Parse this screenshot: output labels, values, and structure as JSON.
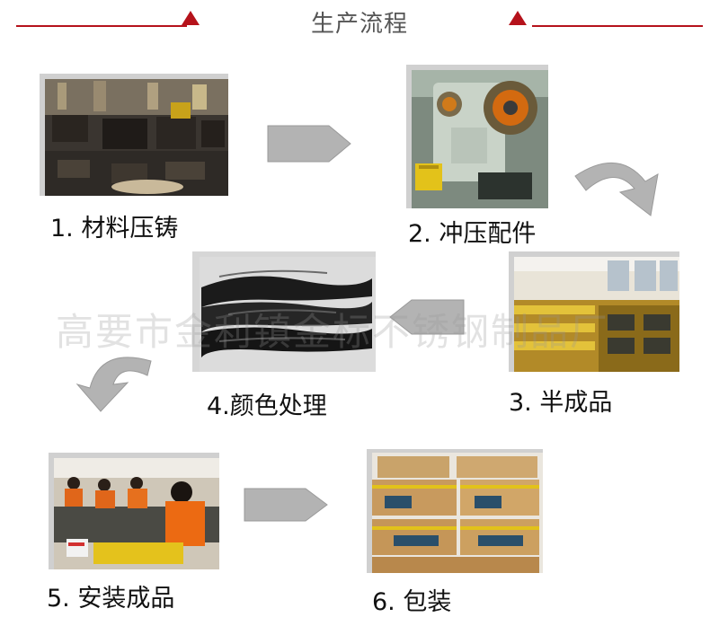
{
  "header": {
    "title": "生产流程"
  },
  "watermark": "高要市金利镇金标不锈钢制品厂",
  "steps": [
    {
      "label": "1. 材料压铸"
    },
    {
      "label": "2. 冲压配件"
    },
    {
      "label": "3. 半成品"
    },
    {
      "label": "4.颜色处理"
    },
    {
      "label": "5. 安装成品"
    },
    {
      "label": "6. 包装"
    }
  ],
  "colors": {
    "accent": "#b5121b",
    "arrow": "#b3b3b3",
    "text": "#111111"
  }
}
